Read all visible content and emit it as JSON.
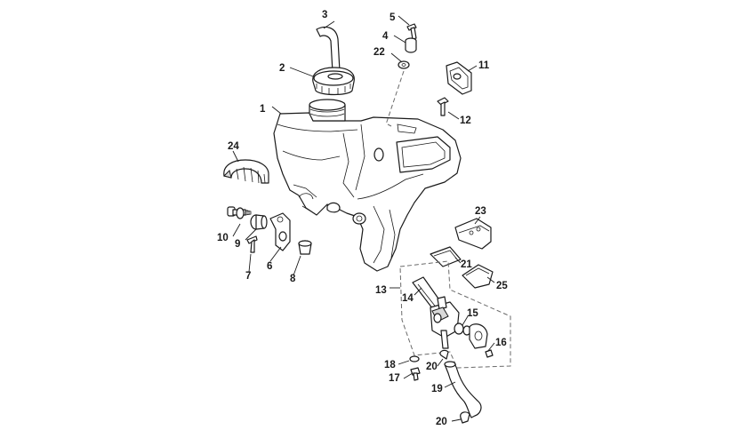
{
  "callouts": {
    "c1": "1",
    "c2": "2",
    "c3": "3",
    "c4": "4",
    "c5": "5",
    "c6": "6",
    "c7": "7",
    "c8": "8",
    "c9": "9",
    "c10": "10",
    "c11": "11",
    "c12": "12",
    "c13": "13",
    "c14": "14",
    "c15": "15",
    "c16": "16",
    "c17": "17",
    "c18": "18",
    "c19": "19",
    "c20a": "20",
    "c20b": "20",
    "c21": "21",
    "c22": "22",
    "c23": "23",
    "c24": "24",
    "c25": "25"
  },
  "parts": {
    "tank": "fuel-tank",
    "cap": "fuel-cap",
    "breather_hose": "breather-hose",
    "fuel_tap": "fuel-tap",
    "fuel_line": "fuel-line"
  }
}
